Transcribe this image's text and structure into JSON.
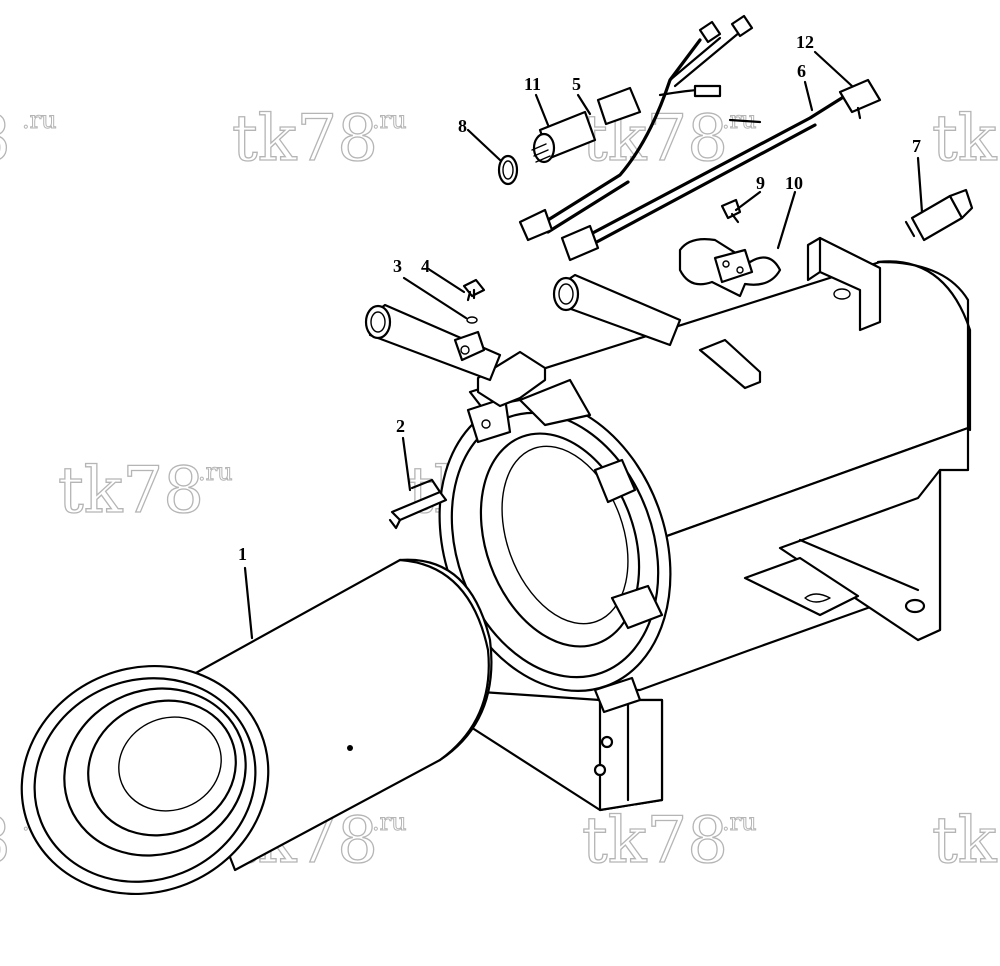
{
  "watermark": {
    "main": "tk78",
    "suffix": ".ru",
    "left_edge_main": "8"
  },
  "callouts": [
    {
      "id": "c1",
      "label": "1"
    },
    {
      "id": "c2",
      "label": "2"
    },
    {
      "id": "c3",
      "label": "3"
    },
    {
      "id": "c4",
      "label": "4"
    },
    {
      "id": "c5",
      "label": "5"
    },
    {
      "id": "c6",
      "label": "6"
    },
    {
      "id": "c7",
      "label": "7"
    },
    {
      "id": "c8",
      "label": "8"
    },
    {
      "id": "c9",
      "label": "9"
    },
    {
      "id": "c10",
      "label": "10"
    },
    {
      "id": "c11",
      "label": "11"
    },
    {
      "id": "c12",
      "label": "12"
    }
  ]
}
